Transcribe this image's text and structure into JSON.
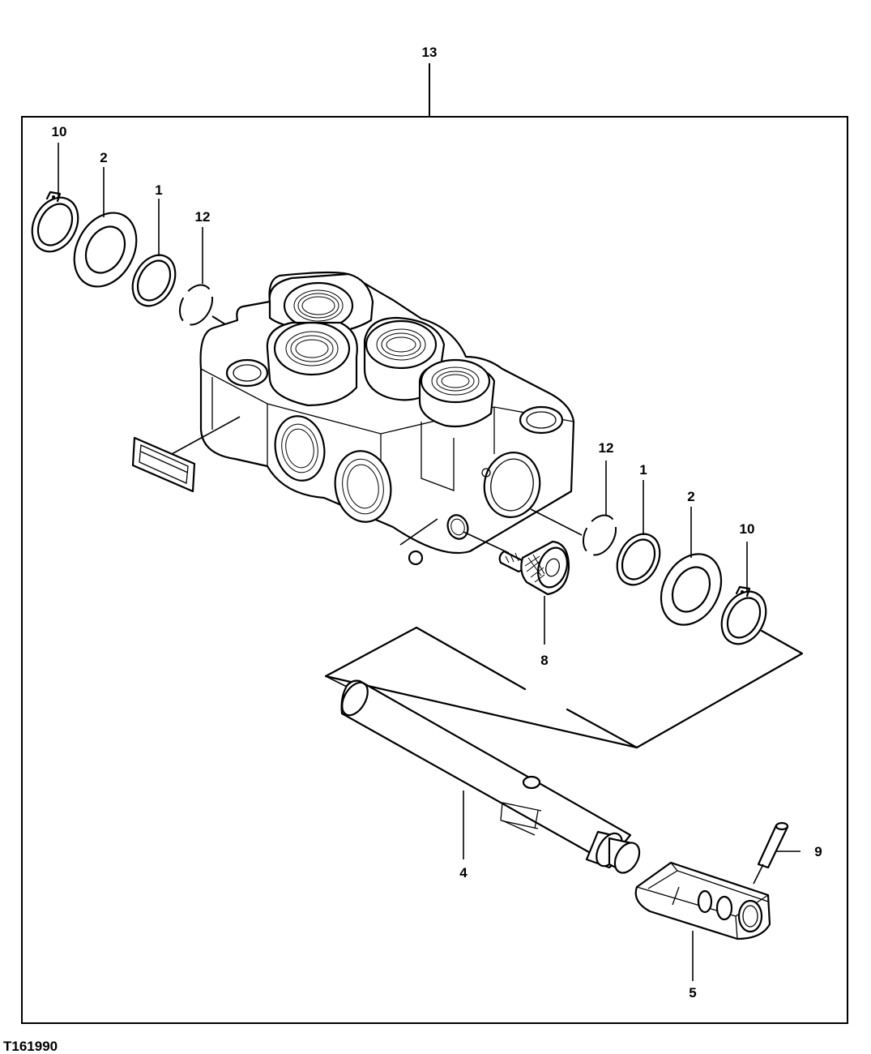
{
  "diagram": {
    "figure_id": "T161990",
    "callouts": {
      "assembly": "13",
      "snap_ring_left": "10",
      "washer_left": "2",
      "seal_left": "1",
      "oring_left": "12",
      "oring_right": "12",
      "seal_right": "1",
      "washer_right": "2",
      "snap_ring_right": "10",
      "plug": "8",
      "spool": "4",
      "pin": "9",
      "handle_clevis": "5"
    },
    "colors": {
      "line": "#000000",
      "background": "#ffffff"
    }
  }
}
